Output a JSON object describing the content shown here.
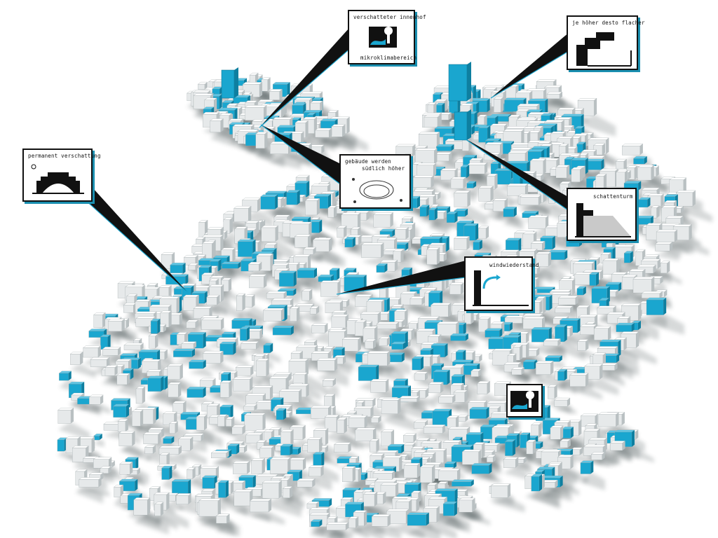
{
  "callouts": {
    "innenhof": {
      "title": "verschatteter innenhof",
      "subtitle": "mikroklimabereich",
      "icon": "courtyard-shade-icon"
    },
    "flacher": {
      "title": "je höher desto flacher",
      "icon": "stepped-building-icon"
    },
    "hoeher": {
      "title": "gebäude werden",
      "title2": "südlich höher",
      "icon": "sun-path-ring-icon"
    },
    "verschattung": {
      "title": "permanent verschattung",
      "icon": "sun-dome-icon"
    },
    "schatten": {
      "title": "schattenturm",
      "icon": "shadow-tower-icon"
    },
    "wind": {
      "title": "windwiederstand",
      "icon": "wind-deflection-icon"
    },
    "legend": {
      "icon": "courtyard-shade-icon"
    }
  },
  "colors": {
    "accent": "#1aa6cf",
    "accent_dark": "#0e7fa0",
    "ink": "#111111",
    "shadow": "#8a9597"
  }
}
